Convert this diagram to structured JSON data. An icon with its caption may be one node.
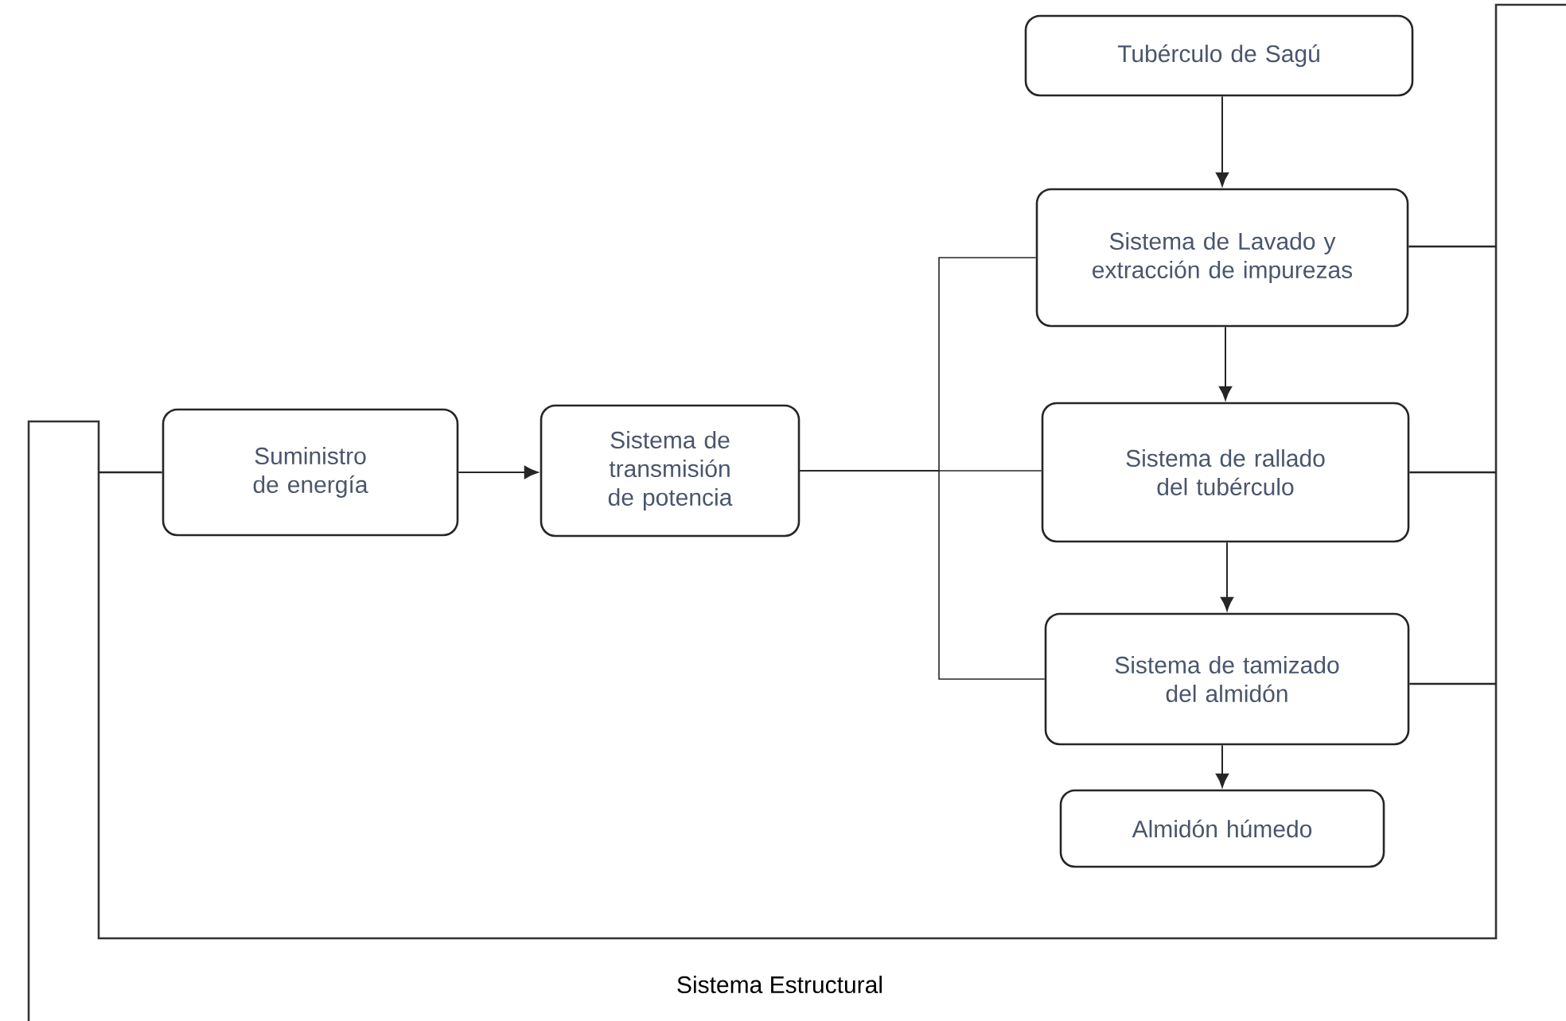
{
  "diagram": {
    "nodes": [
      {
        "text": [
          "Tubérculo de Sagú"
        ]
      },
      {
        "text": [
          "Sistema de Lavado y extracción de impurezas"
        ]
      },
      {
        "text": [
          "Sistema de rallado del tubérculo"
        ]
      },
      {
        "text": [
          "Sistema de tamizado del almidón"
        ]
      },
      {
        "text": [
          "Almidón húmedo"
        ]
      },
      {
        "text": [
          "Suministro de energía"
        ]
      },
      {
        "text": [
          "Sistema de transmisión de potencia"
        ]
      }
    ],
    "edges": [
      {
        "from": 0,
        "to": 1,
        "arrow": "to"
      },
      {
        "from": 1,
        "to": 2,
        "arrow": "to"
      },
      {
        "from": 2,
        "to": 3,
        "arrow": "to"
      },
      {
        "from": 3,
        "to": 4,
        "arrow": "to"
      },
      {
        "from": 5,
        "to": 6,
        "arrow": "to"
      },
      {
        "from": 6,
        "to": 2,
        "arrow": "none"
      },
      {
        "from": 6,
        "to": 1,
        "arrow": "none"
      },
      {
        "from": 6,
        "to": 3,
        "arrow": "none"
      },
      {
        "from": null,
        "to": 5,
        "arrow": "none"
      },
      {
        "from": null,
        "to": 1,
        "arrow": "none"
      },
      {
        "from": null,
        "to": 2,
        "arrow": "none"
      },
      {
        "from": null,
        "to": 3,
        "arrow": "none"
      }
    ],
    "labels": [
      "Sistema Estructural"
    ]
  }
}
